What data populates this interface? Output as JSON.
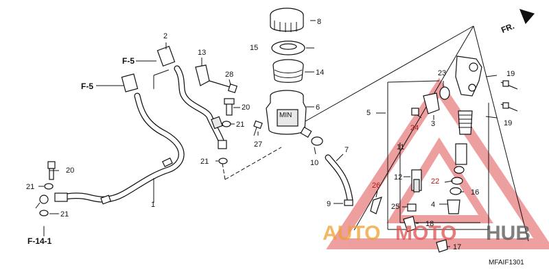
{
  "diagram": {
    "code": "MFAIF1301",
    "front_marker": "FR.",
    "watermark": {
      "part1": "AUTO",
      "part2": "MOTO",
      "part3": "HUB"
    },
    "refs": {
      "f5_top": "F-5",
      "f5_left": "F-5",
      "f14_1": "F-14-1"
    },
    "labels": {
      "l1": "1",
      "l2": "2",
      "l4": "4",
      "l5": "5",
      "l6": "6",
      "l7": "7",
      "l8": "8",
      "l9": "9",
      "l10": "10",
      "l11": "11",
      "l12": "12",
      "l13": "13",
      "l14": "14",
      "l15": "15",
      "l16": "16",
      "l17": "17",
      "l18": "18",
      "l19a": "19",
      "l19b": "19",
      "l20a": "20",
      "l20b": "20",
      "l21a": "21",
      "l21b": "21",
      "l21c": "21",
      "l21d": "21",
      "l22": "22",
      "l23": "23",
      "l24": "24",
      "l25": "25",
      "l26": "26",
      "l27": "27",
      "l28": "28",
      "l3": "3"
    }
  }
}
